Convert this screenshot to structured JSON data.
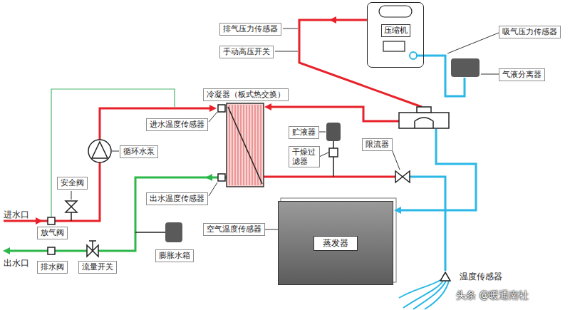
{
  "diagram": {
    "nodes": [
      {
        "text": [
          "排气压力传感器"
        ]
      },
      {
        "text": [
          "压缩机"
        ]
      },
      {
        "text": [
          "吸气压力传感器"
        ]
      },
      {
        "text": [
          "手动高压开关"
        ]
      },
      {
        "text": [
          "气液分离器"
        ]
      },
      {
        "text": [
          "冷凝器（板式热交换）"
        ]
      },
      {
        "text": [
          "进水温度传感器"
        ]
      },
      {
        "text": [
          "贮液器"
        ]
      },
      {
        "text": [
          "限流器"
        ]
      },
      {
        "text": [
          "干燥过滤器"
        ]
      },
      {
        "text": [
          "循环水泵"
        ]
      },
      {
        "text": [
          "安全阀"
        ]
      },
      {
        "text": [
          "出水温度传感器"
        ]
      },
      {
        "text": [
          "空气温度传感器"
        ]
      },
      {
        "text": [
          "蒸发器"
        ]
      },
      {
        "text": [
          "放气阀"
        ]
      },
      {
        "text": [
          "排水阀"
        ]
      },
      {
        "text": [
          "流量开关"
        ]
      },
      {
        "text": [
          "膨胀水箱"
        ]
      }
    ],
    "edges": [
      {
        "from": 13,
        "to": 14,
        "arrow": "none"
      }
    ],
    "labels": [
      "进水口",
      "出水口",
      "温度传感器",
      "头条 @暖通南社"
    ]
  }
}
